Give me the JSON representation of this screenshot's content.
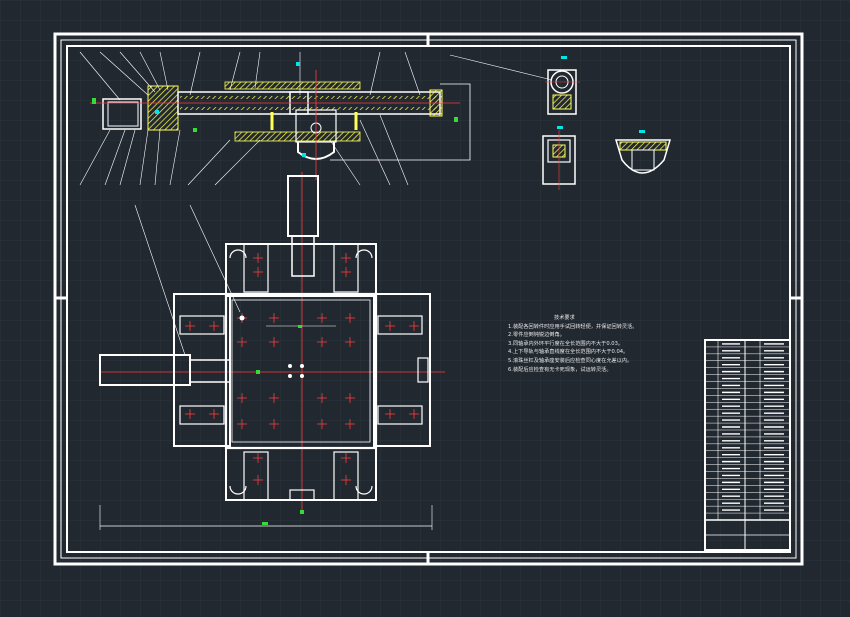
{
  "drawing": {
    "background": "#212830",
    "colors": {
      "line": "#ffffff",
      "center": "#ff3b3b",
      "hatch": "#ffff55",
      "cyan": "#00e5e5",
      "green": "#33dd33"
    }
  },
  "notes": {
    "title": "技术要求",
    "items": [
      "1.装配各回转件时应用手试回转轻便，并保证回转灵活。",
      "2.零件应倒钝锐边倒角。",
      "3.同轴承内外环平行度在全长范围内不大于0.03。",
      "4.上下导轨与轴承直线度在全长范围内不大于0.04。",
      "5.滚珠丝杠及轴承座安装后应检查同心度在允差以内。",
      "6.装配后应检查有无卡死现象，试运转灵活。"
    ]
  },
  "title_block": {
    "rows": 26
  }
}
